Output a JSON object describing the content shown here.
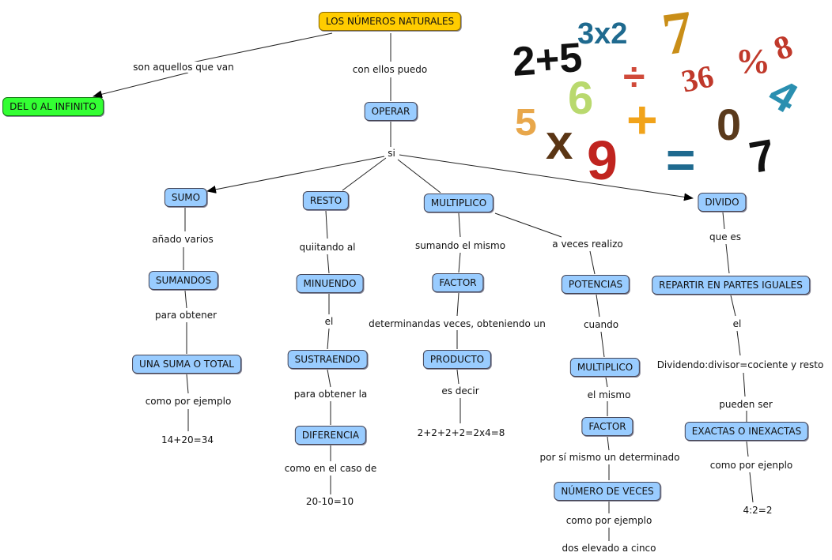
{
  "root": "LOS NÚMEROS NATURALES",
  "nodes": {
    "infinito": "DEL 0 AL INFINITO",
    "operar": "OPERAR",
    "sumo": "SUMO",
    "resto": "RESTO",
    "multiplico": "MULTIPLICO",
    "divido": "DIVIDO",
    "sumandos": "SUMANDOS",
    "suma_total": "UNA SUMA O TOTAL",
    "minuendo": "MINUENDO",
    "sustraendo": "SUSTRAENDO",
    "diferencia": "DIFERENCIA",
    "factor": "FACTOR",
    "producto": "PRODUCTO",
    "potencias": "POTENCIAS",
    "multiplico2": "MULTIPLICO",
    "factor2": "FACTOR",
    "numero_veces": "NÚMERO DE VECES",
    "repartir": "REPARTIR EN PARTES IGUALES",
    "exactas": "EXACTAS O INEXACTAS"
  },
  "labels": {
    "son_aquellos": "son aquellos que van",
    "con_ellos": "con ellos puedo",
    "si": "si",
    "anado": "añado varios",
    "para_obtener": "para obtener",
    "como_ej1": "como por ejemplo",
    "ej_suma": "14+20=34",
    "quitando": "quiitando al",
    "el": "el",
    "para_obtener_la": "para obtener la",
    "como_caso": "como en el caso de",
    "ej_resta": "20-10=10",
    "sumando_mismo": "sumando el mismo",
    "determinadas": "determinandas veces, obteniendo un",
    "es_decir": "es decir",
    "ej_mult": "2+2+2+2=2x4=8",
    "a_veces": "a veces realizo",
    "cuando": "cuando",
    "el_mismo": "el mismo",
    "por_si_mismo": "por sí mismo un determinado",
    "como_ej2": "como por ejemplo",
    "dos_elevado": "dos elevado a cinco",
    "que_es": "que es",
    "el2": "el",
    "dividendo": "Dividendo:divisor=cociente y resto",
    "pueden_ser": "pueden ser",
    "como_ejenplo": "como por ejenplo",
    "ej_div": "4:2=2"
  },
  "decor": {
    "t1": "3x2",
    "t2": "7",
    "t3": "2+5",
    "t4": "÷",
    "t5": "36",
    "t6": "%",
    "t7": "8",
    "t8": "6",
    "t9": "4",
    "t10": "5",
    "t11": "+",
    "t12": "0",
    "t13": "x",
    "t14": "9",
    "t15": "=",
    "t16": "7"
  }
}
